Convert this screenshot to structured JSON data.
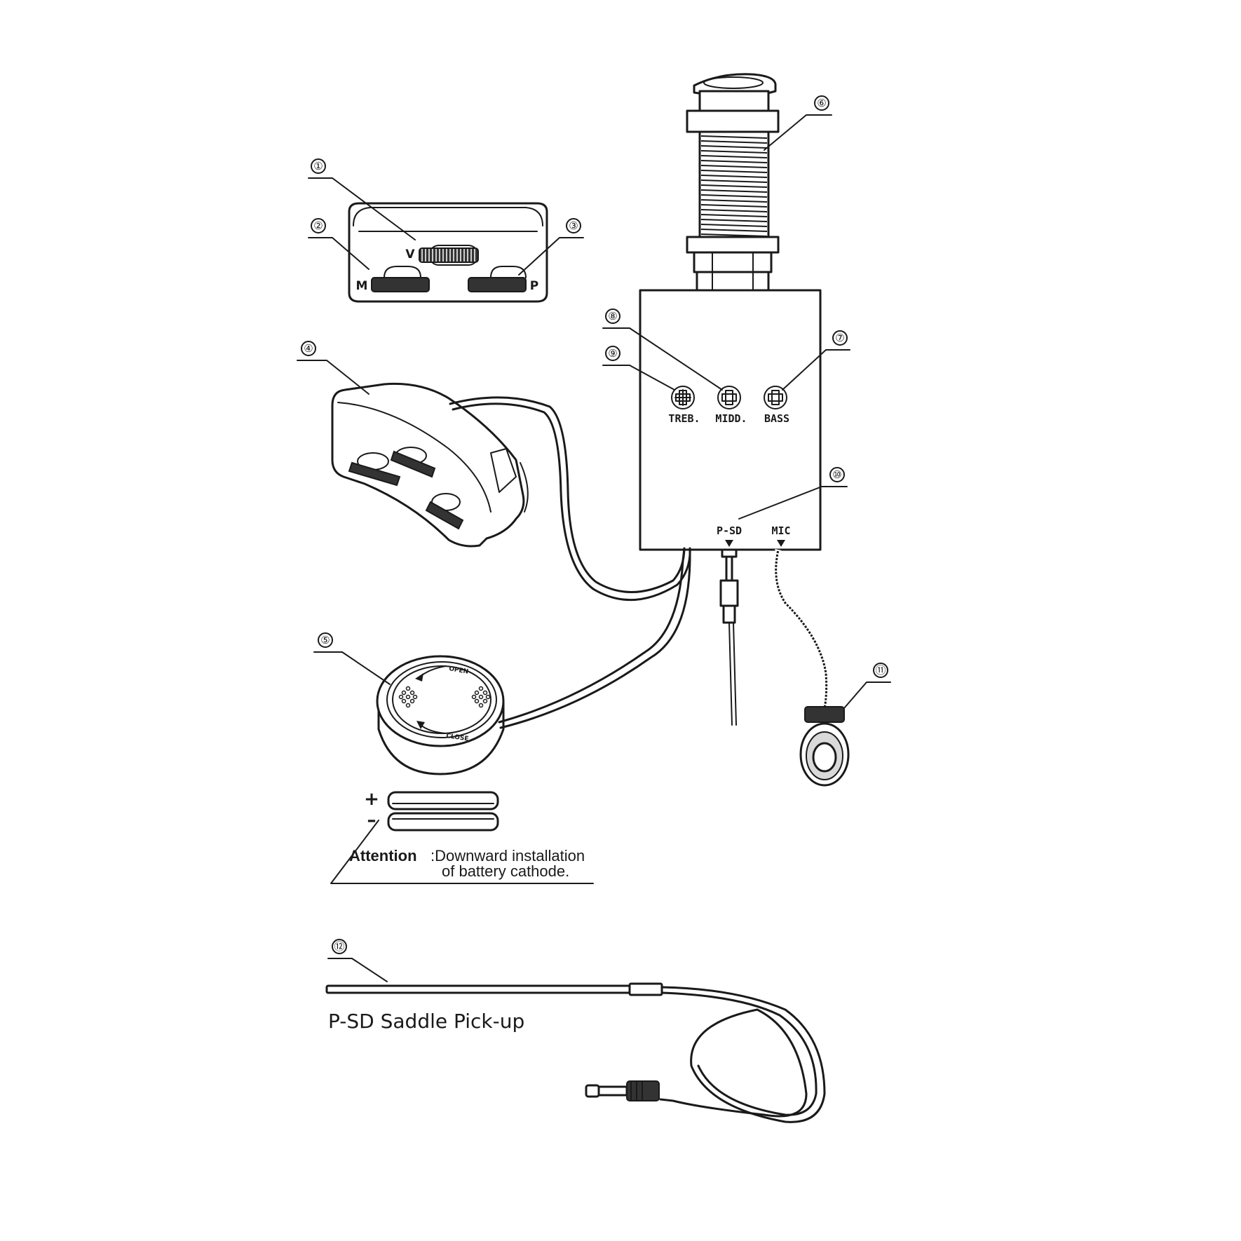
{
  "callouts": [
    "①",
    "②",
    "③",
    "④",
    "⑤",
    "⑥",
    "⑦",
    "⑧",
    "⑨",
    "⑩",
    "⑪",
    "⑫"
  ],
  "control_panel": {
    "volume": "V",
    "mic": "M",
    "pickup": "P"
  },
  "preamp": {
    "treble": "TREB.",
    "middle": "MIDD.",
    "bass": "BASS",
    "psd_port": "P-SD",
    "mic_port": "MIC"
  },
  "battery_box": {
    "open": "OPEN",
    "close": "CLOSE"
  },
  "battery": {
    "plus": "+",
    "minus": "–"
  },
  "attention": {
    "label": "Attention",
    "line1": ":Downward installation",
    "line2": "of battery cathode."
  },
  "pickup": {
    "title": "P-SD Saddle Pick-up"
  }
}
